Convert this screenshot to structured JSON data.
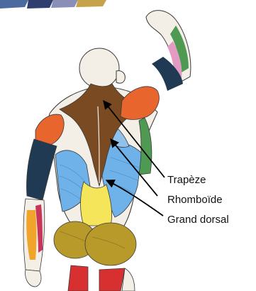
{
  "labels": {
    "trapeze": "Trapèze",
    "rhomboide": "Rhomboïde",
    "grand_dorsal": "Grand dorsal"
  },
  "colors": {
    "skin": "#f3eee6",
    "outline": "#3a3a3a",
    "trapeze": "#7a4a22",
    "rhomboide": "#8fc1ea",
    "grand_dorsal": "#6fb2ea",
    "lumbar": "#f4e55a",
    "deltoid": "#e8652d",
    "arm_dark": "#1f3a52",
    "forearm_green": "#4f9a52",
    "forearm_red": "#c8345a",
    "forearm_pink": "#e39bc3",
    "forearm_orange": "#f0a52a",
    "glute": "#b89a2a",
    "hamstring": "#d83030"
  }
}
